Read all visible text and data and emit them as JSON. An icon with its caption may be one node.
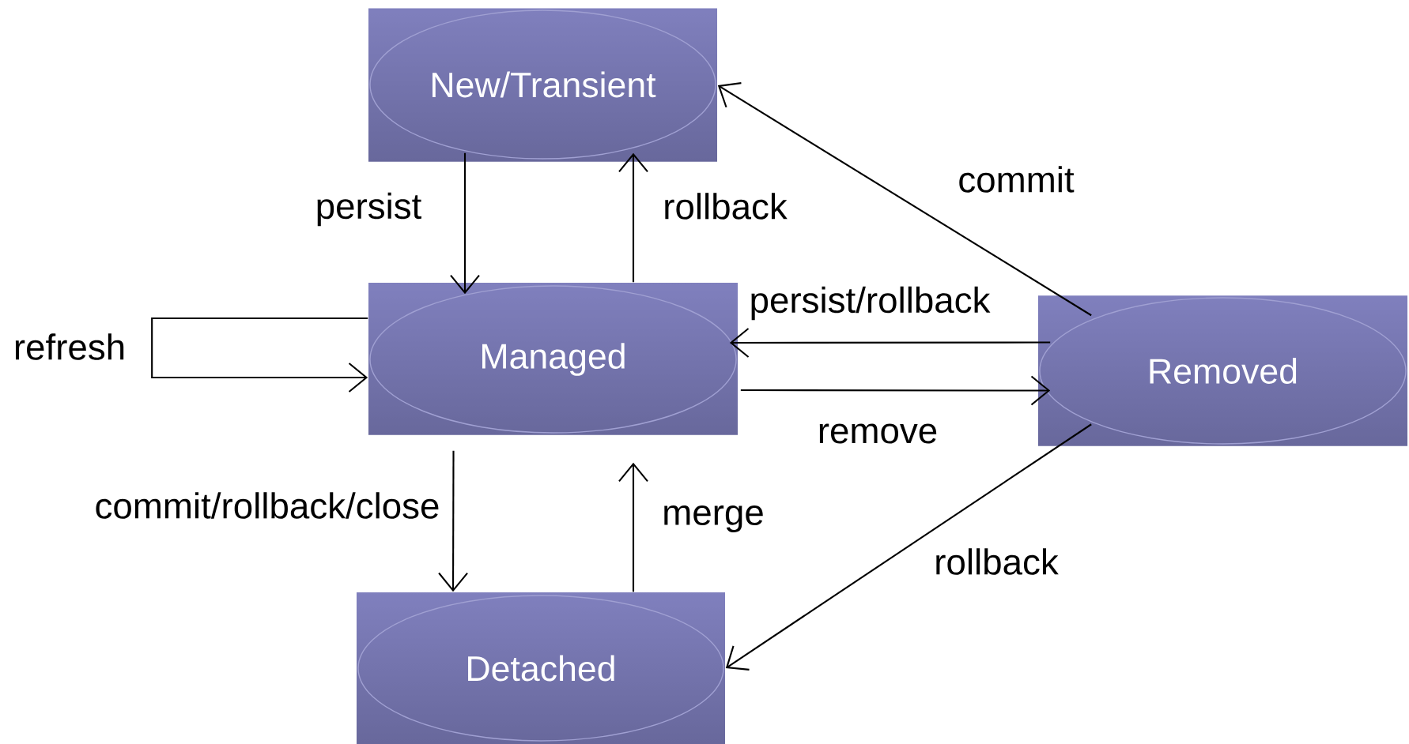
{
  "diagram": {
    "nodes": [
      {
        "text": [
          "New/Transient"
        ]
      },
      {
        "text": [
          "Managed"
        ]
      },
      {
        "text": [
          "Removed"
        ]
      },
      {
        "text": [
          "Detached"
        ]
      }
    ],
    "edges": [
      {
        "from": 0,
        "to": 1,
        "arrow": "to",
        "label": "persist"
      },
      {
        "from": 1,
        "to": 0,
        "arrow": "to",
        "label": "rollback"
      },
      {
        "from": 1,
        "to": 1,
        "arrow": "to",
        "label": "refresh"
      },
      {
        "from": 2,
        "to": 1,
        "arrow": "to",
        "label": "persist/rollback"
      },
      {
        "from": 1,
        "to": 2,
        "arrow": "to",
        "label": "remove"
      },
      {
        "from": 2,
        "to": 0,
        "arrow": "to",
        "label": "commit"
      },
      {
        "from": 1,
        "to": 3,
        "arrow": "to",
        "label": "commit/rollback/close"
      },
      {
        "from": 3,
        "to": 1,
        "arrow": "to",
        "label": "merge"
      },
      {
        "from": 2,
        "to": 3,
        "arrow": "to",
        "label": "rollback"
      }
    ]
  }
}
